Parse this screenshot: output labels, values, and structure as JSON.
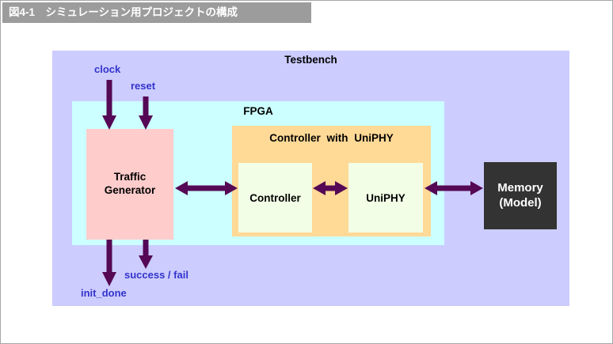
{
  "title": "図4-1　シミュレーション用プロジェクトの構成",
  "diagram": {
    "testbench_label": "Testbench",
    "fpga_label": "FPGA",
    "traffic_generator_label": "Traffic\nGenerator",
    "controller_group_label": "Controller with UniPHY",
    "controller_label": "Controller",
    "uniphy_label": "UniPHY",
    "memory_label": "Memory\n(Model)",
    "signals": {
      "clock": "clock",
      "reset": "reset",
      "success_fail": "success / fail",
      "init_done": "init_done"
    }
  },
  "colors": {
    "title_bar_bg": "#9c9c9c",
    "title_text": "#ffffff",
    "testbench_bg": "#ccccff",
    "fpga_bg": "#ccffff",
    "traffic_generator_bg": "#ffcccc",
    "controller_group_bg": "#ffd996",
    "inner_module_bg": "#f2ffe6",
    "memory_bg": "#333333",
    "memory_text": "#ffffff",
    "arrow": "#550855",
    "signal_text": "#3333cc"
  }
}
